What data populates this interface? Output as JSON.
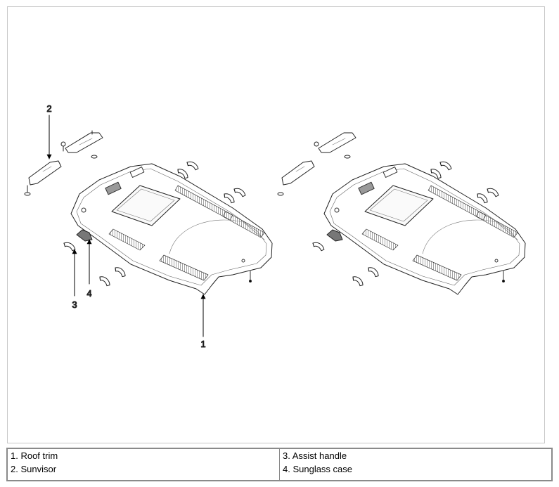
{
  "callouts": {
    "c1": "1",
    "c2": "2",
    "c3": "3",
    "c4": "4"
  },
  "legend": {
    "left": [
      "1. Roof trim",
      "2. Sunvisor"
    ],
    "right": [
      "3. Assist handle",
      "4. Sunglass case"
    ]
  }
}
